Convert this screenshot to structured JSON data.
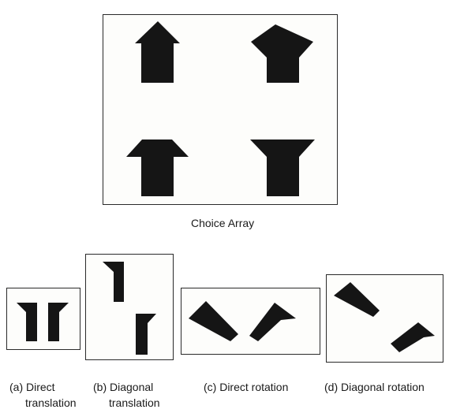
{
  "choice_array": {
    "label": "Choice Array",
    "icons": [
      "arrow-up-pointed-icon",
      "arrow-up-wide-head-icon",
      "arrow-up-flat-head-icon",
      "t-shape-inverted-icon"
    ]
  },
  "panels": [
    {
      "caption_line1": "(a) Direct",
      "caption_line2": "translation"
    },
    {
      "caption_line1": "(b) Diagonal",
      "caption_line2": "translation"
    },
    {
      "caption_line1": "(c) Direct rotation",
      "caption_line2": ""
    },
    {
      "caption_line1": "(d) Diagonal rotation",
      "caption_line2": ""
    }
  ],
  "colors": {
    "shape_fill": "#151515",
    "panel_bg": "#fdfdfb",
    "border": "#2a2a2a"
  }
}
